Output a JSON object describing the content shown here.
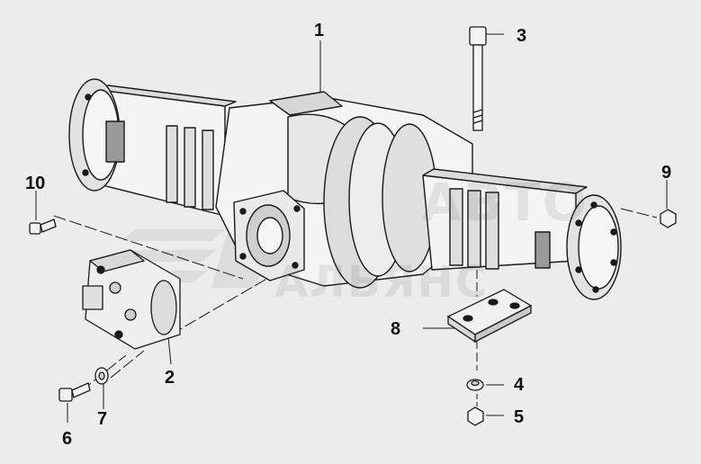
{
  "watermark": {
    "line1": "АВТО",
    "line2": "АЛЬЯНС"
  },
  "callouts": [
    {
      "number": "1"
    },
    {
      "number": "2"
    },
    {
      "number": "3"
    },
    {
      "number": "4"
    },
    {
      "number": "5"
    },
    {
      "number": "6"
    },
    {
      "number": "7"
    },
    {
      "number": "8"
    },
    {
      "number": "9"
    },
    {
      "number": "10"
    }
  ],
  "colors": {
    "background": "#ececec",
    "line": "#1a1a1a",
    "shade": "#8f8f8f"
  }
}
